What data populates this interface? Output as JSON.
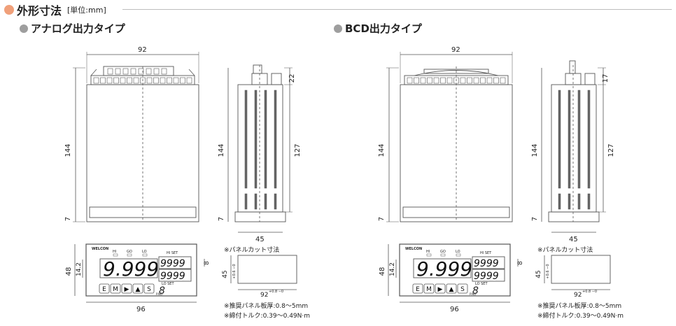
{
  "header": {
    "title": "外形寸法",
    "unit": "[単位:mm]"
  },
  "colors": {
    "title_dot": "#f0a07a",
    "section_dot": "#9e9e9e",
    "line": "#555555"
  },
  "sections": [
    {
      "title": "アナログ出力タイプ",
      "front": {
        "width": "92",
        "height": "144",
        "bottom": "7"
      },
      "side": {
        "top": "22",
        "body": "127",
        "height": "144",
        "bottom": "7",
        "depth": "45"
      },
      "panel": {
        "brand": "WELCON",
        "hi": "HI",
        "go": "GO",
        "lo": "LO",
        "hi_set": "HI SET",
        "lo_set": "LO SET",
        "main_display": "9.999",
        "sub_display": "9999",
        "digit": "8",
        "pno": "P.NO",
        "buttons": [
          "E",
          "M",
          "▶",
          "▲",
          "S"
        ],
        "height": "48",
        "display_height": "14.2",
        "offset": "8",
        "width": "96"
      },
      "cutout": {
        "note": "※パネルカット寸法",
        "height": "45",
        "height_tol": "+0.6 −0",
        "width": "92",
        "width_tol": "+0.8 −0"
      },
      "notes": [
        "※推奨パネル板厚:0.8～5mm",
        "※締付トルク:0.39～0.49N·m"
      ]
    },
    {
      "title": "BCD出力タイプ",
      "front": {
        "width": "92",
        "height": "144",
        "bottom": "7"
      },
      "side": {
        "top": "17",
        "body": "127",
        "height": "144",
        "bottom": "7",
        "depth": "45"
      },
      "panel": {
        "brand": "WELCON",
        "hi": "HI",
        "go": "GO",
        "lo": "LO",
        "hi_set": "HI SET",
        "lo_set": "LO SET",
        "main_display": "9.999",
        "sub_display": "9999",
        "digit": "8",
        "pno": "P.NO",
        "buttons": [
          "E",
          "M",
          "▶",
          "▲",
          "S"
        ],
        "height": "48",
        "display_height": "14.2",
        "offset": "8",
        "width": "96"
      },
      "cutout": {
        "note": "※パネルカット寸法",
        "height": "45",
        "height_tol": "+0.6 −0",
        "width": "92",
        "width_tol": "+0.8 −0"
      },
      "notes": [
        "※推奨パネル板厚:0.8～5mm",
        "※締付トルク:0.39～0.49N·m"
      ]
    }
  ]
}
